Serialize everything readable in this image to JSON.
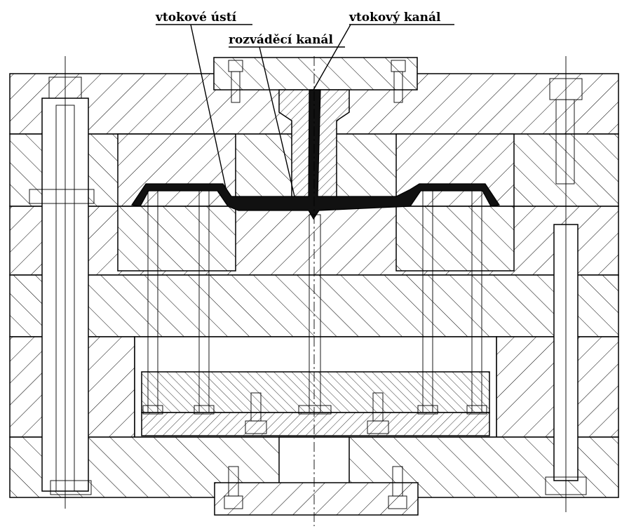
{
  "labels": {
    "gate": "vtokové ústí",
    "sprue": "vtokový kanál",
    "runner": "rozváděcí kanál"
  },
  "colors": {
    "line": "#000000",
    "background": "#ffffff",
    "molding": "#111111"
  }
}
